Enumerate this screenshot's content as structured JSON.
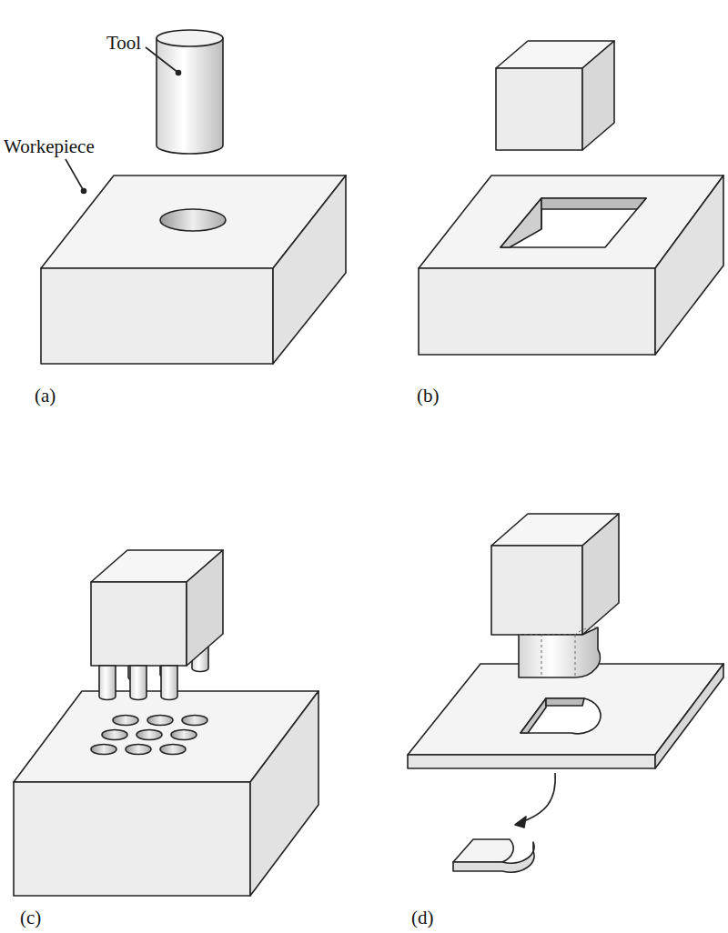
{
  "diagram": {
    "labels": [
      "Tool",
      "Workepiece",
      "(a)",
      "(b)",
      "(c)",
      "(d)"
    ]
  }
}
